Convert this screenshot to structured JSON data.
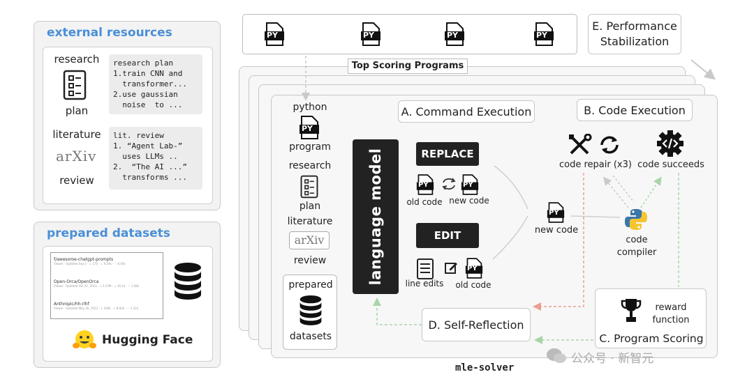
{
  "external": {
    "title": "external resources",
    "research_label": "research",
    "plan_label": "plan",
    "research_code": "research plan\n1.train CNN and\n  transformer...\n2.use gaussian\n  noise  to ...",
    "literature_label": "literature",
    "arxiv_logo": "arXiv",
    "review_label": "review",
    "review_code": "lit. review\n1. “Agent Lab-”\n  uses LLMs ..\n2.  “The AI ...”\n  transforms ..."
  },
  "datasets": {
    "title": "prepared datasets",
    "rows": [
      {
        "name": "f/awesome-chatgpt-prompts",
        "meta": "Viewer · Updated Sep 5 · ↓ 170 · ↓ 9.24k · ♡ 6.45k"
      },
      {
        "name": "Open-Orca/OpenOrca",
        "meta": "Viewer · Updated Oct 21, 2023 · ↓ 4.37M · ↓ 16.1k · ♡ 1.38k"
      },
      {
        "name": "Anthropic/hh-rlhf",
        "meta": "Viewer · Updated May 26, 2023 · ↓ 169k · ↓ 8.83k · ♡ 1.22k"
      }
    ],
    "brand": "Hugging Face"
  },
  "top": {
    "label": "Top Scoring Programs",
    "py_text": "PY"
  },
  "perf": {
    "label": "E. Performance\nStabilization"
  },
  "inputs": {
    "python": "python",
    "program": "program",
    "research": "research",
    "plan": "plan",
    "literature": "literature",
    "arxiv_logo": "arXiv",
    "review": "review",
    "prepared": "prepared",
    "datasets": "datasets"
  },
  "lm": {
    "label": "language model"
  },
  "cmd": {
    "title": "A. Command Execution",
    "replace": "REPLACE",
    "old_code": "old code",
    "new_code": "new code",
    "edit": "EDIT",
    "line_edits": "line edits",
    "old_code2": "old code"
  },
  "code_exec": {
    "title": "B. Code Execution",
    "repair": "code repair (x3)",
    "succeeds": "code succeeds",
    "new_code": "new code",
    "compiler": "code\ncompiler"
  },
  "self_reflection": {
    "label": "D. Self-Reflection"
  },
  "scoring": {
    "reward": "reward\nfunction",
    "title": "C. Program Scoring"
  },
  "footer": {
    "label": "mle-solver"
  },
  "watermark": {
    "text": "公众号 · 新智元"
  }
}
